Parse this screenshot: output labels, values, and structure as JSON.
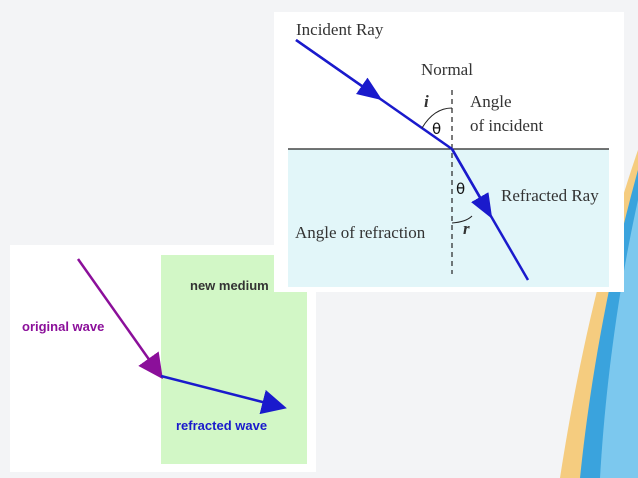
{
  "top_diagram": {
    "incident_ray": "Incident Ray",
    "normal": "Normal",
    "i_label": "i",
    "angle_of_incident_line1": "Angle",
    "angle_of_incident_line2": "of incident",
    "theta_top": "θ",
    "theta_bottom": "θ",
    "refracted_ray": "Refracted Ray",
    "angle_of_refraction": "Angle of refraction",
    "r_label": "r"
  },
  "bottom_diagram": {
    "new_medium": "new medium",
    "original_wave": "original wave",
    "refracted_wave": "refracted wave"
  },
  "colors": {
    "ray_blue": "#1a1acc",
    "original_purple": "#8b0f9a",
    "medium_green": "#d2f7c6",
    "water_cyan": "#e2f6f9"
  }
}
